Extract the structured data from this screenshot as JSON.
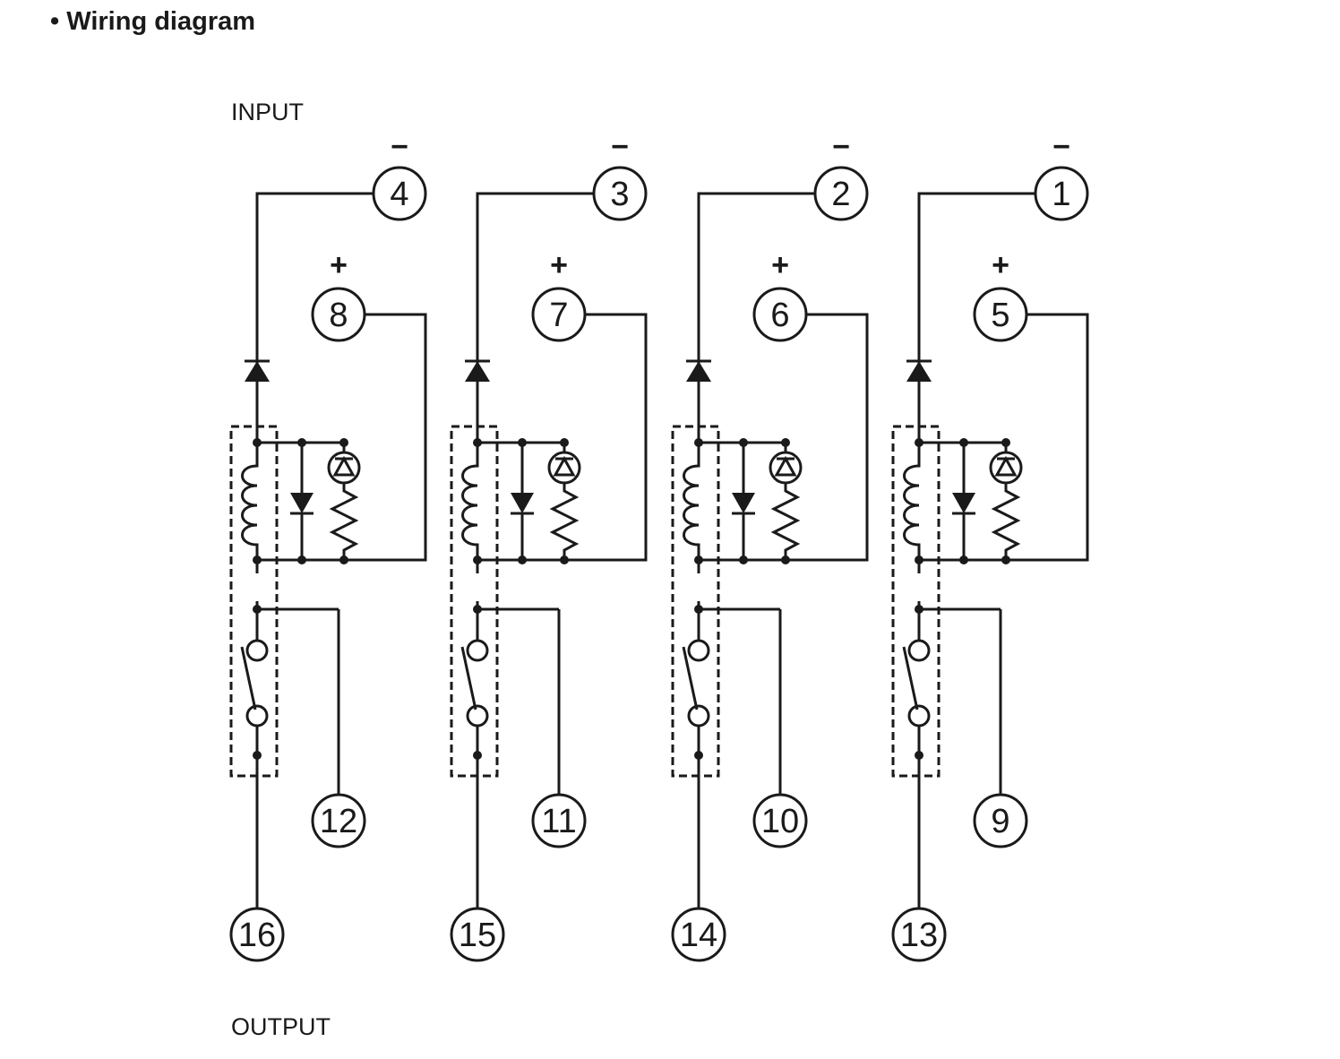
{
  "heading": "• Wiring diagram",
  "input_label": "INPUT",
  "output_label": "OUTPUT",
  "colors": {
    "line": "#1a1a1a",
    "background": "#ffffff"
  },
  "channels": [
    {
      "neg_terminal": "4",
      "pos_terminal": "8",
      "nc_terminal": "12",
      "com_terminal": "16",
      "neg_sign": "−",
      "pos_sign": "+"
    },
    {
      "neg_terminal": "3",
      "pos_terminal": "7",
      "nc_terminal": "11",
      "com_terminal": "15",
      "neg_sign": "−",
      "pos_sign": "+"
    },
    {
      "neg_terminal": "2",
      "pos_terminal": "6",
      "nc_terminal": "10",
      "com_terminal": "14",
      "neg_sign": "−",
      "pos_sign": "+"
    },
    {
      "neg_terminal": "1",
      "pos_terminal": "5",
      "nc_terminal": "9",
      "com_terminal": "13",
      "neg_sign": "−",
      "pos_sign": "+"
    }
  ]
}
